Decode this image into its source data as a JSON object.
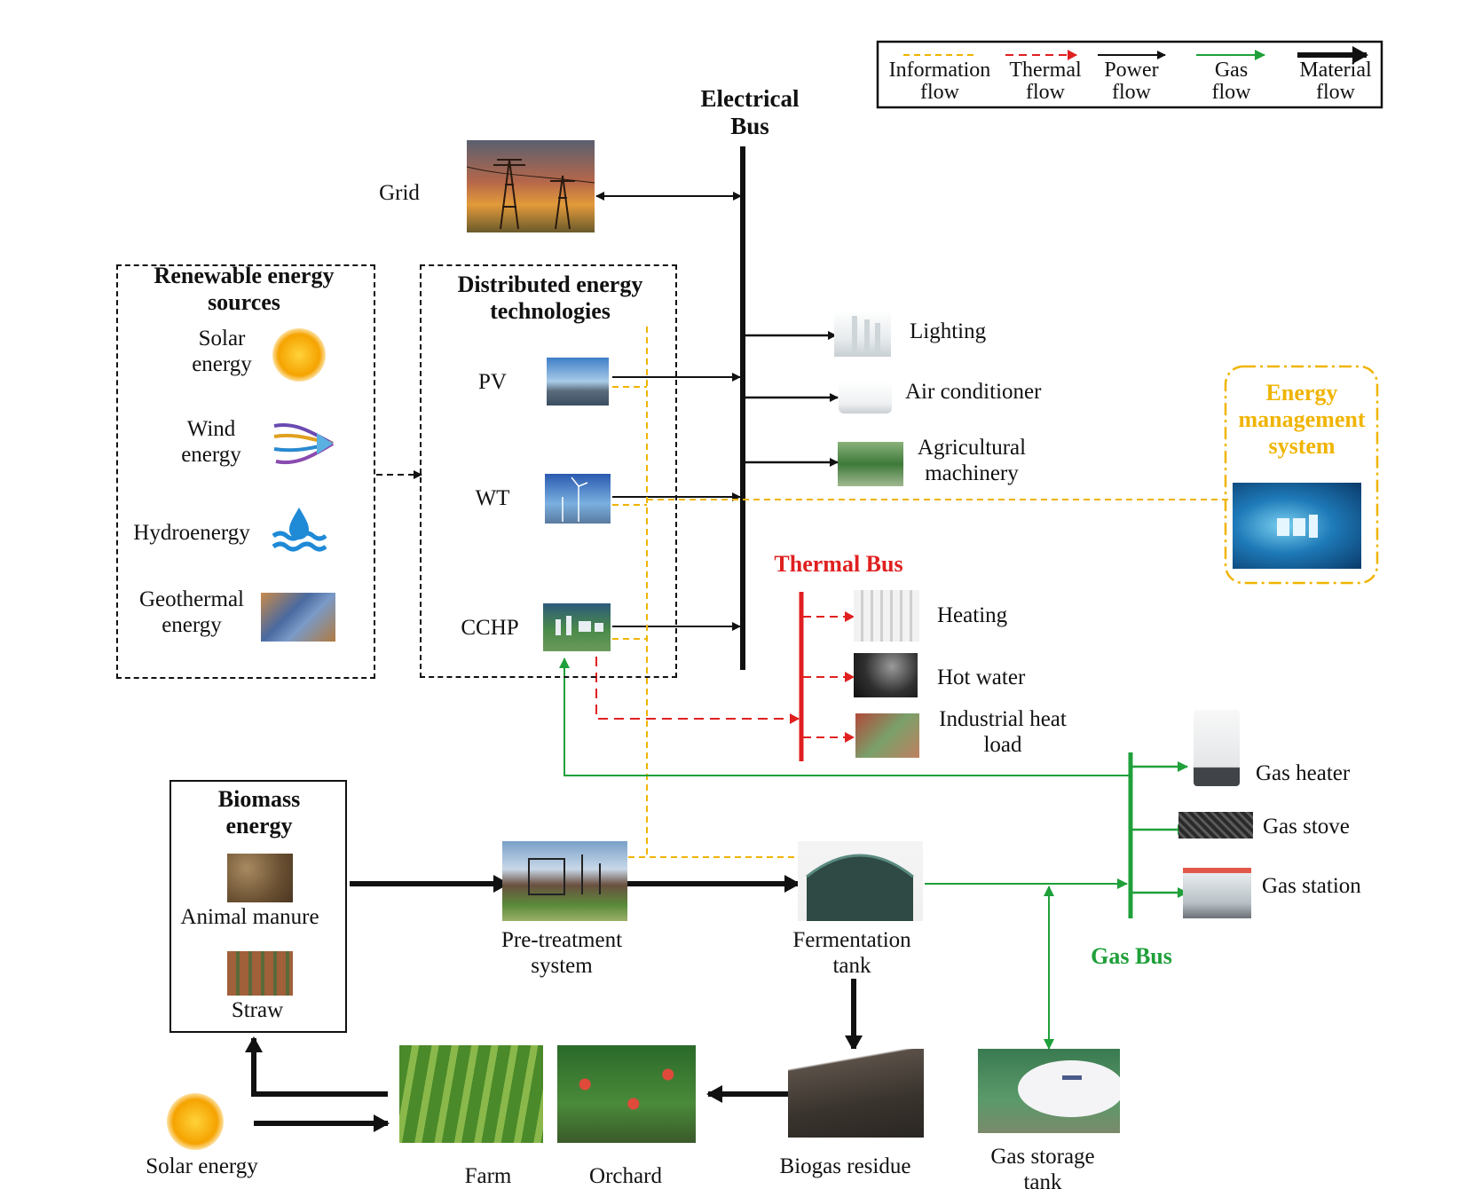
{
  "legend": [
    {
      "label": "Information\nflow",
      "color": "#f0b400",
      "style": "dashed-thin"
    },
    {
      "label": "Thermal\nflow",
      "color": "#e02020",
      "style": "dashed-arrow"
    },
    {
      "label": "Power\nflow",
      "color": "#111111",
      "style": "solid-arrow"
    },
    {
      "label": "Gas\nflow",
      "color": "#1fa03a",
      "style": "solid-arrow"
    },
    {
      "label": "Material\nflow",
      "color": "#111111",
      "style": "thick-arrow"
    }
  ],
  "buses": {
    "electrical": "Electrical\nBus",
    "thermal": "Thermal Bus",
    "gas": "Gas Bus"
  },
  "grid": {
    "label": "Grid",
    "icon": "power-tower-image"
  },
  "renewable": {
    "title": "Renewable energy\nsources",
    "items": [
      {
        "label": "Solar\nenergy",
        "icon": "sun-icon"
      },
      {
        "label": "Wind\nenergy",
        "icon": "wind-icon"
      },
      {
        "label": "Hydroenergy",
        "icon": "water-icon"
      },
      {
        "label": "Geothermal\nenergy",
        "icon": "geothermal-image"
      }
    ]
  },
  "distributed": {
    "title": "Distributed energy\ntechnologies",
    "items": [
      {
        "label": "PV",
        "icon": "pv-image"
      },
      {
        "label": "WT",
        "icon": "wind-turbine-image"
      },
      {
        "label": "CCHP",
        "icon": "cchp-plant-image"
      }
    ]
  },
  "electric_loads": [
    {
      "label": "Lighting",
      "icon": "lighting-image"
    },
    {
      "label": "Air conditioner",
      "icon": "air-conditioner-image"
    },
    {
      "label": "Agricultural\nmachinery",
      "icon": "machinery-image"
    }
  ],
  "ems": {
    "title": "Energy\nmanagement\nsystem",
    "icon": "ems-image"
  },
  "thermal_loads": [
    {
      "label": "Heating",
      "icon": "radiator-image"
    },
    {
      "label": "Hot water",
      "icon": "shower-image"
    },
    {
      "label": "Industrial heat\nload",
      "icon": "industrial-image"
    }
  ],
  "gas_loads": [
    {
      "label": "Gas heater",
      "icon": "gas-heater-image"
    },
    {
      "label": "Gas stove",
      "icon": "gas-stove-image"
    },
    {
      "label": "Gas station",
      "icon": "gas-station-image"
    }
  ],
  "biomass": {
    "title": "Biomass\nenergy",
    "items": [
      {
        "label": "Animal manure",
        "icon": "manure-image"
      },
      {
        "label": "Straw",
        "icon": "straw-image"
      }
    ]
  },
  "process": {
    "pretreatment": "Pre-treatment\nsystem",
    "fermentation": "Fermentation\ntank",
    "residue": "Biogas residue",
    "storage": "Gas storage\ntank",
    "farm": "Farm",
    "orchard": "Orchard",
    "solar": "Solar energy"
  },
  "colors": {
    "information": "#f0b400",
    "thermal": "#e02020",
    "power": "#111111",
    "gas": "#1fa03a",
    "material": "#111111"
  }
}
